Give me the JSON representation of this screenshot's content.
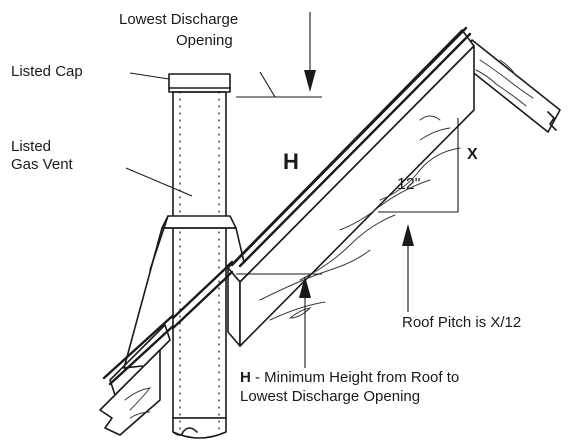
{
  "labels": {
    "lowest_discharge_line1": "Lowest Discharge",
    "lowest_discharge_line2": "Opening",
    "listed_cap": "Listed Cap",
    "gas_vent_line1": "Listed",
    "gas_vent_line2": "Gas Vent",
    "h_symbol": "H",
    "x_symbol": "X",
    "run": "12\"",
    "roof_pitch": "Roof Pitch is X/12",
    "min_height_h": "H",
    "min_height_text": "  - Minimum Height from Roof to",
    "min_height_line2": "Lowest Discharge Opening"
  }
}
